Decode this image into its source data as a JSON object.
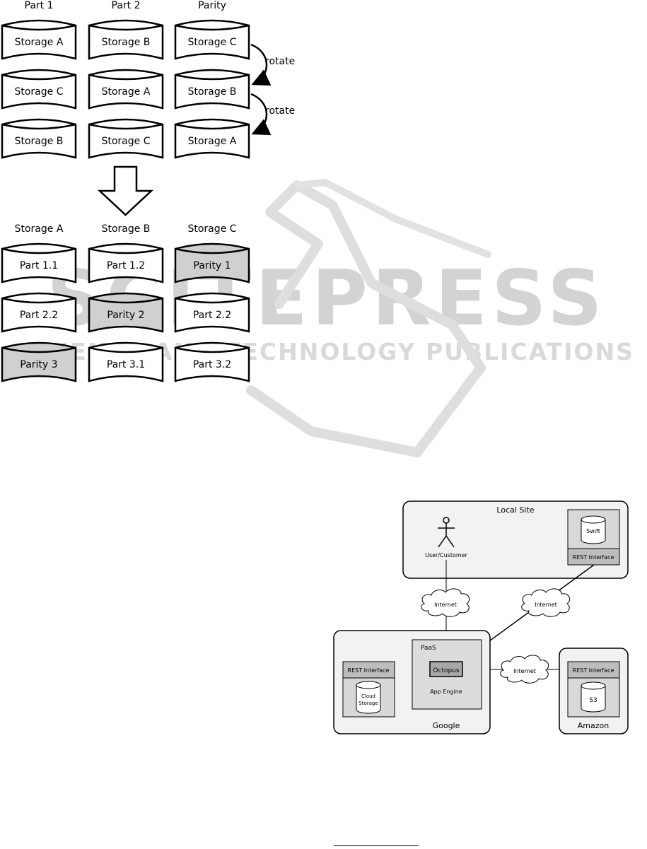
{
  "watermark": {
    "main": "SCITEPRESS",
    "sub": "SCIENCE AND TECHNOLOGY PUBLICATIONS"
  },
  "top_diagram": {
    "col_headers": [
      "Part 1",
      "Part 2",
      "Parity"
    ],
    "rows": [
      [
        "Storage A",
        "Storage B",
        "Storage C"
      ],
      [
        "Storage C",
        "Storage A",
        "Storage B"
      ],
      [
        "Storage B",
        "Storage C",
        "Storage A"
      ]
    ],
    "rotate_labels": [
      "rotate",
      "rotate"
    ]
  },
  "bottom_diagram": {
    "col_headers": [
      "Storage A",
      "Storage B",
      "Storage C"
    ],
    "rows": [
      [
        "Part 1.1",
        "Part 1.2",
        "Parity 1"
      ],
      [
        "Part 2.2",
        "Parity 2",
        "Part 2.2"
      ],
      [
        "Parity 3",
        "Part 3.1",
        "Part 3.2"
      ]
    ],
    "shaded_fill": "#d0d0d0"
  },
  "network": {
    "local_site": "Local Site",
    "swift": "Swift",
    "rest_interface": "REST Interface",
    "user": "User/Customer",
    "internet": "Internet",
    "paas": "PaaS",
    "octopus": "Octopus",
    "app_engine": "App Engine",
    "cloud_storage_line1": "Cloud",
    "cloud_storage_line2": "Storage",
    "google": "Google",
    "s3": "S3",
    "amazon": "Amazon"
  }
}
